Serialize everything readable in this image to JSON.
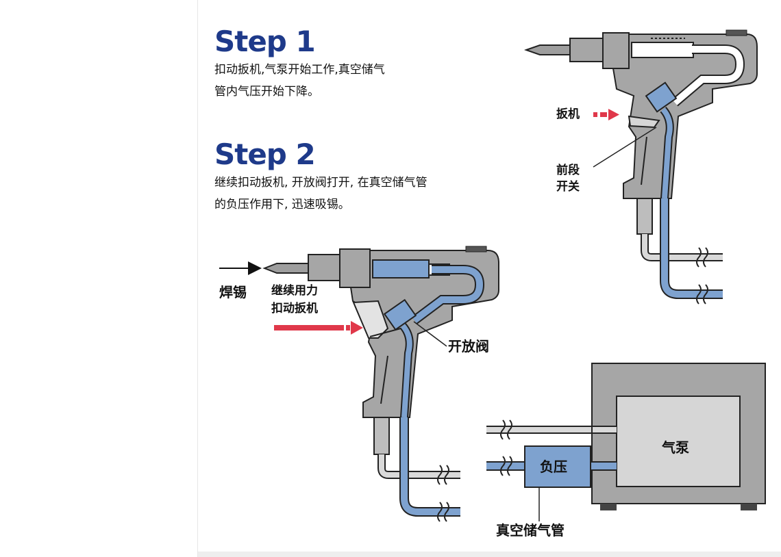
{
  "step1": {
    "title": "Step 1",
    "text_line1": "扣动扳机,气泵开始工作,真空储气",
    "text_line2": "管内气压开始下降。"
  },
  "step2": {
    "title": "Step 2",
    "text_line1": "继续扣动扳机, 开放阀打开, 在真空储气管",
    "text_line2": "的负压作用下, 迅速吸锡。"
  },
  "labels": {
    "trigger": "扳机",
    "front_switch_line1": "前段",
    "front_switch_line2": "开关",
    "solder": "焊锡",
    "keep_pulling_line1": "继续用力",
    "keep_pulling_line2": "扣动扳机",
    "open_valve": "开放阀",
    "pump": "气泵",
    "negative_pressure": "负压",
    "vacuum_tank": "真空储气管"
  },
  "colors": {
    "title_blue": "#1e3a8a",
    "gun_gray": "#a6a6a6",
    "dark_gray": "#8a8a8a",
    "vacuum_blue": "#7ea2cf",
    "arrow_red": "#e0384a"
  }
}
